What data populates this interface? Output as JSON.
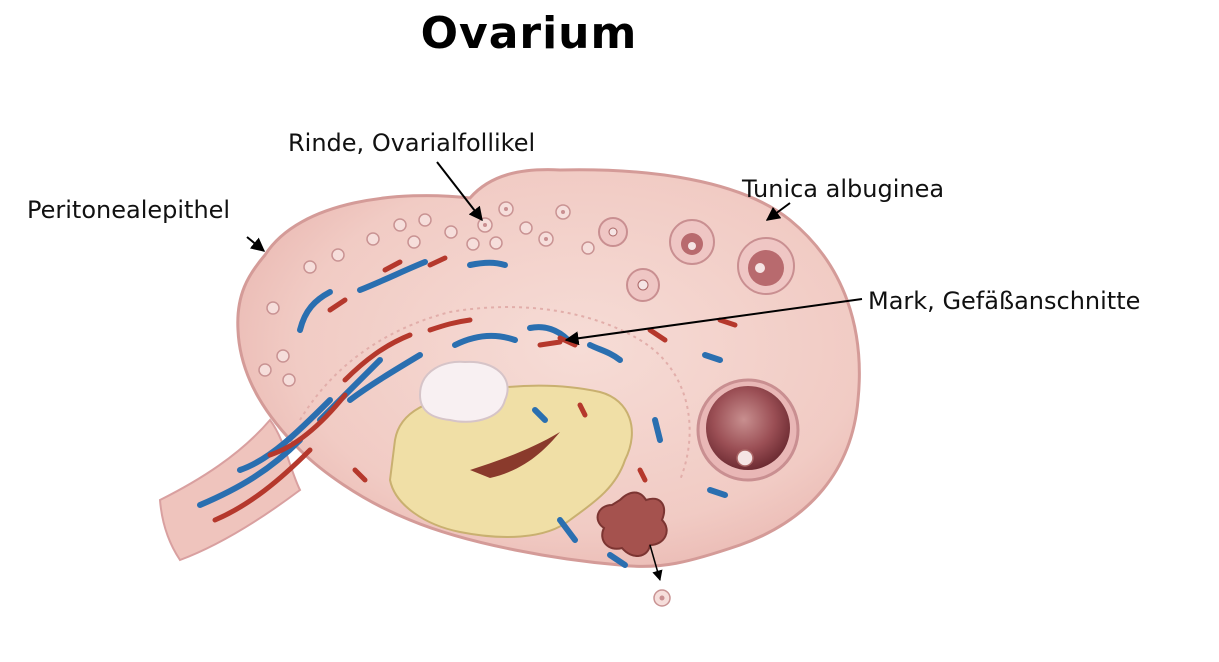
{
  "title": "Ovarium",
  "labels": {
    "peritonealepithel": "Peritonealepithel",
    "rinde": "Rinde, Ovarialfollikel",
    "tunica": "Tunica albuginea",
    "mark": "Mark, Gefäßanschnitte"
  },
  "colors": {
    "tissue": "#f2cfc8",
    "tissue_edge": "#d9a0a0",
    "medulla": "#f5d9d2",
    "vein": "#2a6fb0",
    "artery": "#b5382c",
    "corpus_luteum": "#efe0a8",
    "corpus_albicans": "#f7eef0"
  }
}
